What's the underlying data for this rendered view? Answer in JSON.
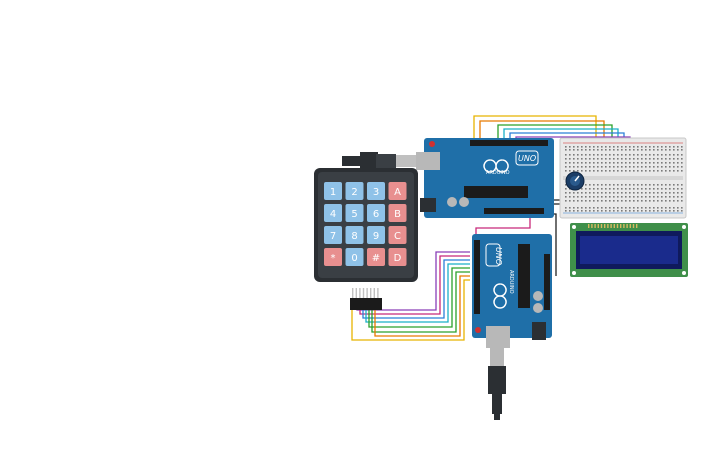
{
  "colors": {
    "background": "#ffffff",
    "board_blue": "#1f6fa8",
    "board_dark": "#195a8c",
    "keypad_body": "#2b2f33",
    "key_blue": "#8fc2e8",
    "key_red": "#e88f8f",
    "breadboard": "#e9e9e9",
    "lcd_green": "#3f8f4a",
    "lcd_screen": "#1a2b8c",
    "wire_yellow": "#e8b400",
    "wire_orange": "#e87a00",
    "wire_green": "#2aa02a",
    "wire_blue": "#2b7fd8",
    "wire_cyan": "#1ab0c8",
    "wire_purple": "#8a3fb8",
    "wire_magenta": "#c8287a",
    "wire_red": "#d02020",
    "wire_black": "#222222"
  },
  "keypad": {
    "keys": [
      [
        "1",
        "2",
        "3",
        "A"
      ],
      [
        "4",
        "5",
        "6",
        "B"
      ],
      [
        "7",
        "8",
        "9",
        "C"
      ],
      [
        "*",
        "0",
        "#",
        "D"
      ]
    ]
  },
  "arduino_top": {
    "model": "UNO",
    "brand": "ARDUINO"
  },
  "arduino_bottom": {
    "model": "UNO",
    "brand": "ARDUINO"
  },
  "icons": {
    "usb_cable": "usb-cable-icon",
    "potentiometer": "potentiometer-icon"
  }
}
